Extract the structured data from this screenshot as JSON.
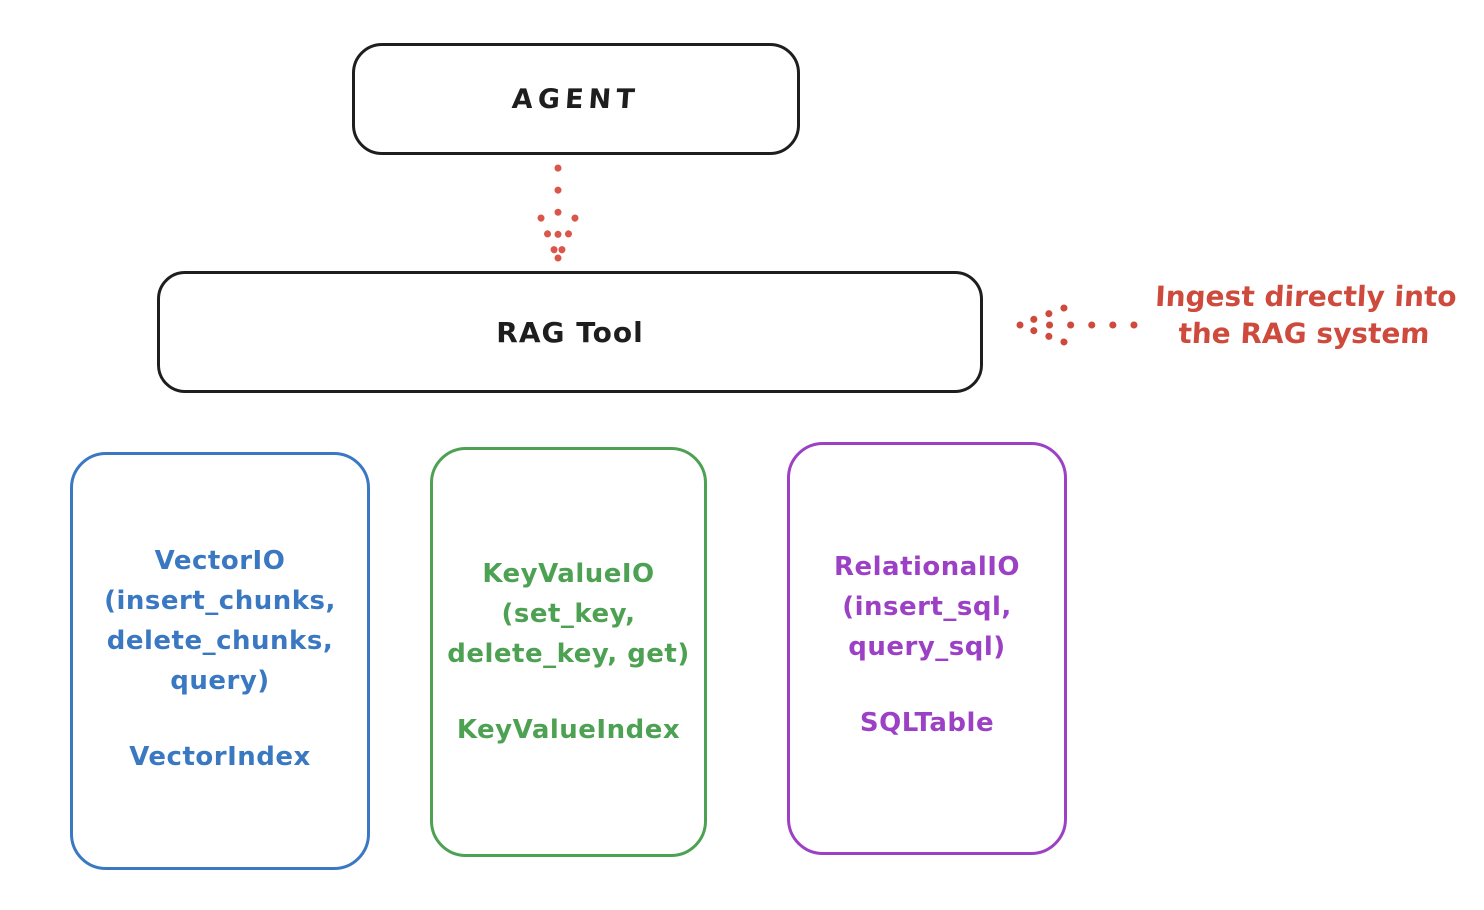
{
  "diagram": {
    "title_hint": "Agent RAG Tool storage architecture sketch",
    "agent_box": {
      "label": "AGENT",
      "stroke_color": "#1e1e1e"
    },
    "rag_box": {
      "label": "RAG Tool",
      "stroke_color": "#1e1e1e"
    },
    "annotation": {
      "line1": "Ingest directly into",
      "line2": "the RAG system",
      "color": "#cd4a3d"
    },
    "arrows": [
      {
        "name": "agent-to-rag-tool",
        "style": "dotted",
        "direction": "down",
        "color": "#d9564a"
      },
      {
        "name": "annotation-to-rag-tool",
        "style": "dotted",
        "direction": "left",
        "color": "#cd4a3d"
      }
    ],
    "io_boxes": [
      {
        "id": "vector-io",
        "color": "#3a78c2",
        "lines": [
          "VectorIO",
          "(insert_chunks,",
          "delete_chunks,",
          "query)"
        ],
        "index_label": "VectorIndex"
      },
      {
        "id": "keyvalue-io",
        "color": "#4da152",
        "lines": [
          "KeyValueIO",
          "(set_key,",
          "delete_key, get)"
        ],
        "index_label": "KeyValueIndex"
      },
      {
        "id": "relational-io",
        "color": "#9c41c5",
        "lines": [
          "RelationalIO",
          "(insert_sql,",
          "query_sql)"
        ],
        "index_label": "SQLTable"
      }
    ]
  }
}
